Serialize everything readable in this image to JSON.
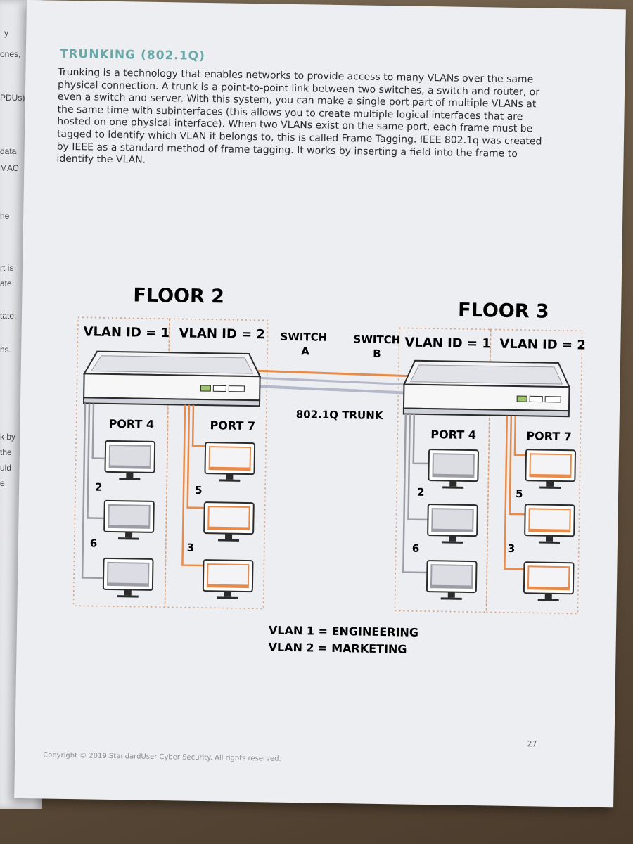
{
  "margin_fragments": [
    "y",
    "ones,",
    "PDUs)",
    "data",
    "MAC",
    "he",
    "rt is",
    "ate.",
    "tate.",
    "ns.",
    "k by",
    "the",
    "uld",
    "e"
  ],
  "heading": "TRUNKING (802.1Q)",
  "paragraph_lines": [
    "Trunking is a technology that enables networks to provide access to many VLANs over the same",
    "physical connection. A trunk is a point-to-point link between two switches, a switch and router, or",
    "even a switch and server. With this system, you can make a single port part of multiple VLANs at",
    "the same time with subinterfaces (this allows you to create multiple logical interfaces that are",
    "hosted on one physical interface). When two VLANs exist on the same port, each frame must be",
    "tagged to identify which VLAN it belongs to, this is called Frame Tagging. IEEE 802.1q was created",
    "by IEEE as a standard method of frame tagging. It works by inserting a field into the frame to",
    "identify the VLAN."
  ],
  "diagram": {
    "floor_left": "FLOOR 2",
    "floor_right": "FLOOR 3",
    "vlan1_label": "VLAN ID = 1",
    "vlan2_label": "VLAN ID = 2",
    "switch_a_l1": "SWITCH",
    "switch_a_l2": "A",
    "switch_b_l1": "SWITCH",
    "switch_b_l2": "B",
    "trunk_label": "802.1Q TRUNK",
    "port4_label": "PORT 4",
    "port7_label": "PORT 7",
    "cable_nums_vlan1": [
      "2",
      "6"
    ],
    "cable_nums_vlan2": [
      "5",
      "3"
    ],
    "legend_line1": "VLAN 1 = ENGINEERING",
    "legend_line2": "VLAN 2 = MARKETING",
    "colors": {
      "vlan1": "#9c9ca4",
      "vlan2": "#e88a4a",
      "trunk_gray": "#b4b8c8",
      "outline": "#2b2b2b"
    }
  },
  "footer": "Copyright © 2019 StandardUser Cyber Security. All rights reserved.",
  "page_number": "27"
}
